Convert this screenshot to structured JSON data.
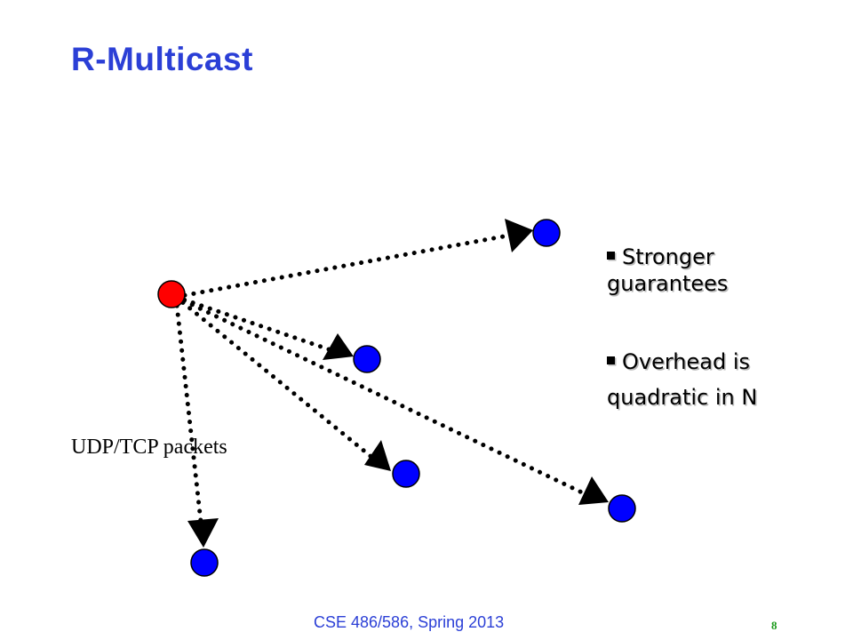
{
  "slide": {
    "title": "R-Multicast",
    "bullets": [
      {
        "text": "Stronger guarantees",
        "line1": "Stronger",
        "line2": "guarantees"
      },
      {
        "text": "Overhead is quadratic in N",
        "line1": "Overhead is",
        "line2": "quadratic in N"
      }
    ],
    "edge_label": "UDP/TCP packets",
    "footer": "CSE 486/586, Spring 2013",
    "page_number": "8"
  },
  "diagram": {
    "sender_color": "#ff0000",
    "receiver_color": "#0000ff",
    "edge_style": "dotted-arrow"
  }
}
